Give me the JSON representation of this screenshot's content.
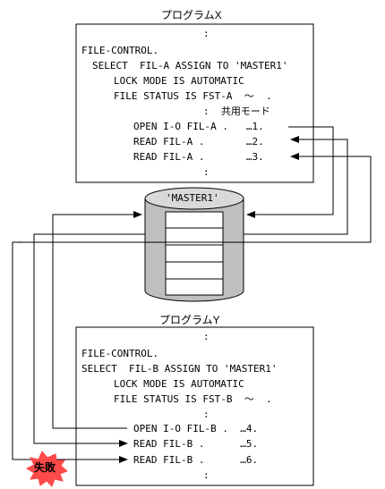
{
  "program_x": {
    "title": "プログラムX",
    "lines": [
      ":",
      "FILE-CONTROL.",
      "SELECT  FIL-A ASSIGN TO 'MASTER1'",
      "LOCK MODE IS AUTOMATIC",
      "FILE STATUS IS FST-A  ～  .",
      ":  共用モード",
      "OPEN I-O FIL-A .   …1.",
      "READ FIL-A .       …2.",
      "READ FIL-A .       …3.",
      ":"
    ]
  },
  "program_y": {
    "title": "プログラムY",
    "lines": [
      ":",
      "FILE-CONTROL.",
      "SELECT  FIL-B ASSIGN TO 'MASTER1'",
      "LOCK MODE IS AUTOMATIC",
      "FILE STATUS IS FST-B  ～  .",
      ":",
      "OPEN I-O FIL-B .  …4.",
      "READ FIL-B .      …5.",
      "READ FIL-B .      …6.",
      ":"
    ]
  },
  "database": {
    "label": "'MASTER1'",
    "record_count": 5
  },
  "failure_badge": {
    "text": "失敗",
    "color": "#ff4a4a"
  },
  "colors": {
    "line": "#000000",
    "background": "#ffffff"
  }
}
